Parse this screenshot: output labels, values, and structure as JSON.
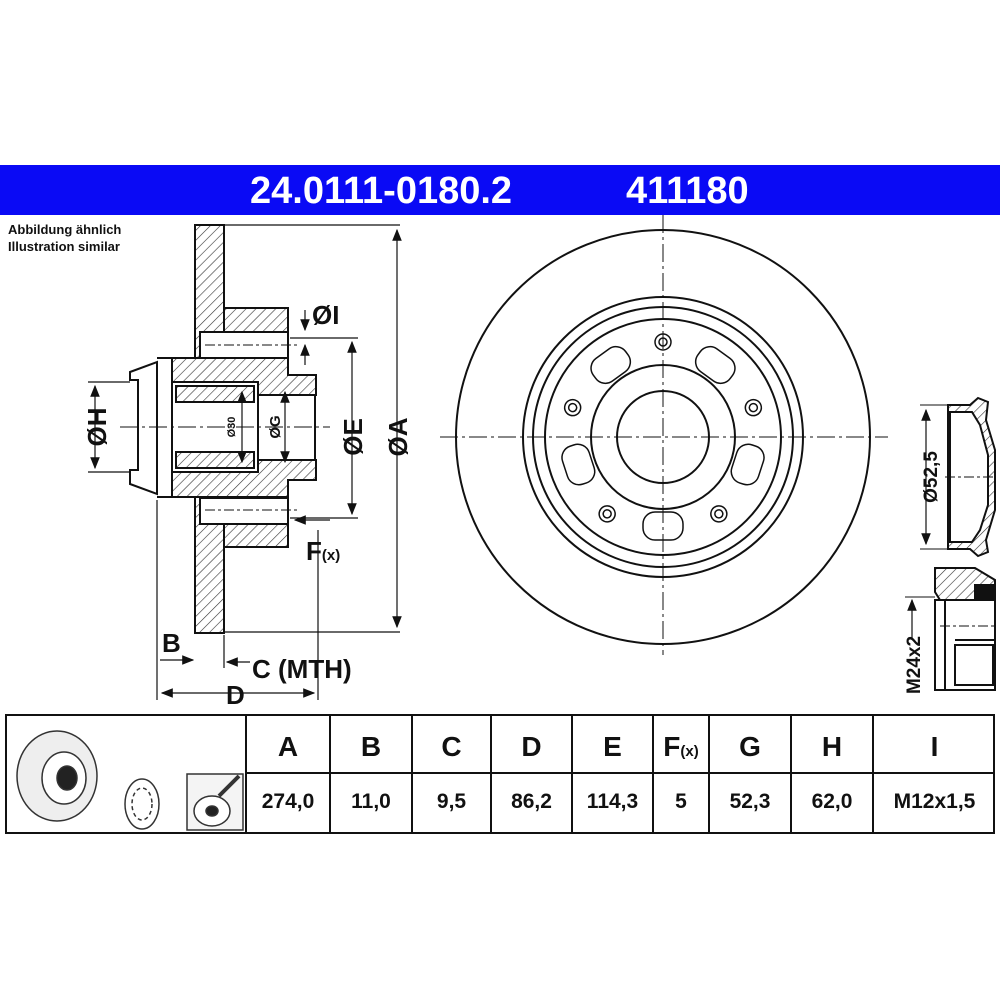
{
  "header": {
    "part_number": "24.0111-0180.2",
    "ref_number": "411180",
    "color": "#0a0af5"
  },
  "note": {
    "line1": "Abbildung ähnlich",
    "line2": "Illustration similar"
  },
  "drawing_labels": {
    "dia_I": "ØI",
    "dia_H": "ØH",
    "dia_30": "Ø30",
    "dia_G": "ØG",
    "dia_E": "ØE",
    "dia_A": "ØA",
    "F": "F",
    "F_suffix": "(x)",
    "B": "B",
    "C": "C (MTH)",
    "D": "D",
    "cap_dia": "Ø52,5",
    "nut_thread": "M24x2"
  },
  "table": {
    "columns": [
      {
        "key": "A",
        "label": "A",
        "value": "274,0"
      },
      {
        "key": "B",
        "label": "B",
        "value": "11,0"
      },
      {
        "key": "C",
        "label": "C",
        "value": "9,5"
      },
      {
        "key": "D",
        "label": "D",
        "value": "86,2"
      },
      {
        "key": "E",
        "label": "E",
        "value": "114,3"
      },
      {
        "key": "F",
        "label": "F",
        "label_suffix": "(x)",
        "value": "5"
      },
      {
        "key": "G",
        "label": "G",
        "value": "52,3"
      },
      {
        "key": "H",
        "label": "H",
        "value": "62,0"
      },
      {
        "key": "I",
        "label": "I",
        "value": "M12x1,5"
      }
    ],
    "icons": [
      "brake-disc-icon",
      "bearing-icon",
      "grease-icon"
    ]
  }
}
